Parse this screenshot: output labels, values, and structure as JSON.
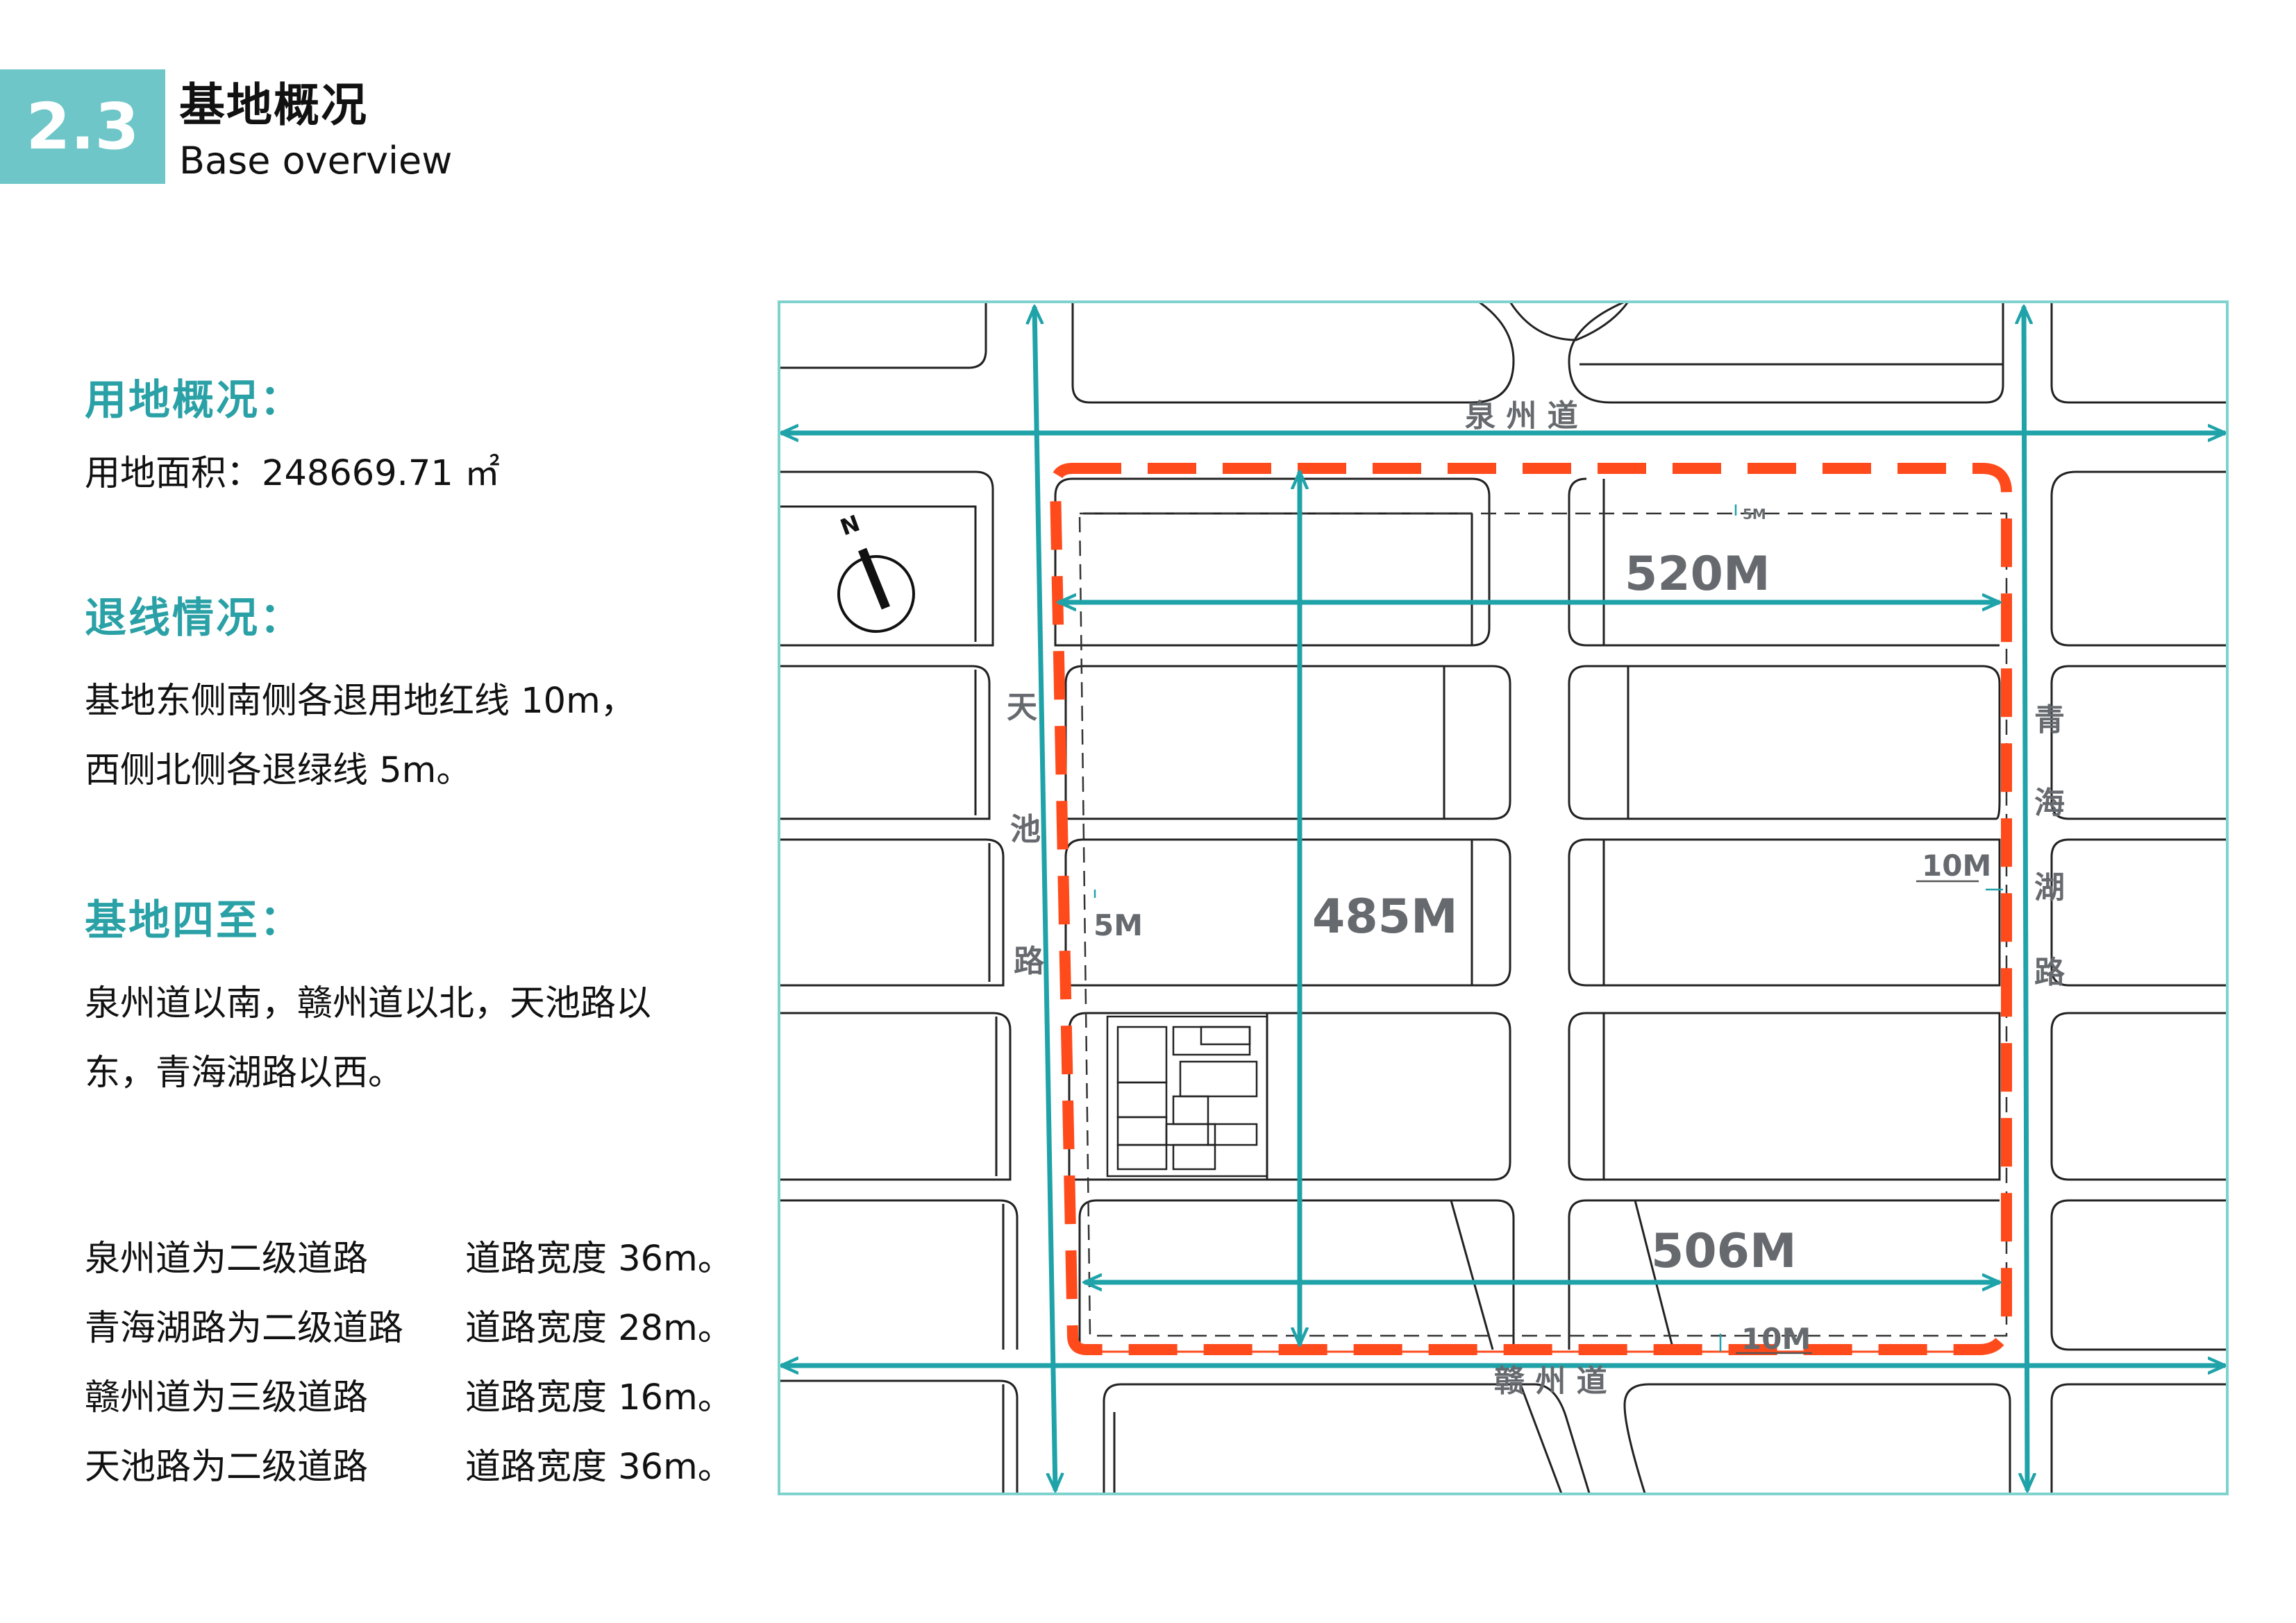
{
  "header": {
    "section_number": "2.3",
    "title_cn": "基地概况",
    "title_en": "Base overview"
  },
  "land": {
    "heading": "用地概况：",
    "area_text": "用地面积：248669.71 ㎡"
  },
  "setback": {
    "heading": "退线情况：",
    "line1": "基地东侧南侧各退用地红线 10m，",
    "line2": "西侧北侧各退绿线 5m。"
  },
  "boundaries": {
    "heading": "基地四至：",
    "line1": "泉州道以南，赣州道以北，天池路以",
    "line2": "东，青海湖路以西。"
  },
  "roads": [
    {
      "name": "泉州道为二级道路",
      "width": "道路宽度 36m。"
    },
    {
      "name": "青海湖路为二级道路",
      "width": "道路宽度 28m。"
    },
    {
      "name": "赣州道为三级道路",
      "width": "道路宽度 16m。"
    },
    {
      "name": "天池路为二级道路",
      "width": "道路宽度 36m。"
    }
  ],
  "map": {
    "north_label": "N",
    "road_north": "泉 州 道",
    "road_south": "赣 州 道",
    "road_west_chars": [
      "天",
      "池",
      "路"
    ],
    "road_east_chars": [
      "青",
      "海",
      "湖",
      "路"
    ],
    "dim_north": "520M",
    "dim_height": "485M",
    "dim_south": "506M",
    "setback_north": "5M",
    "setback_west": "5M",
    "setback_east": "10M",
    "setback_south": "10M",
    "colors": {
      "teal": "#1fa3a9",
      "red_boundary": "#ff4a1c",
      "frame": "#7fd3cf",
      "label_gray": "#666a6e"
    }
  }
}
